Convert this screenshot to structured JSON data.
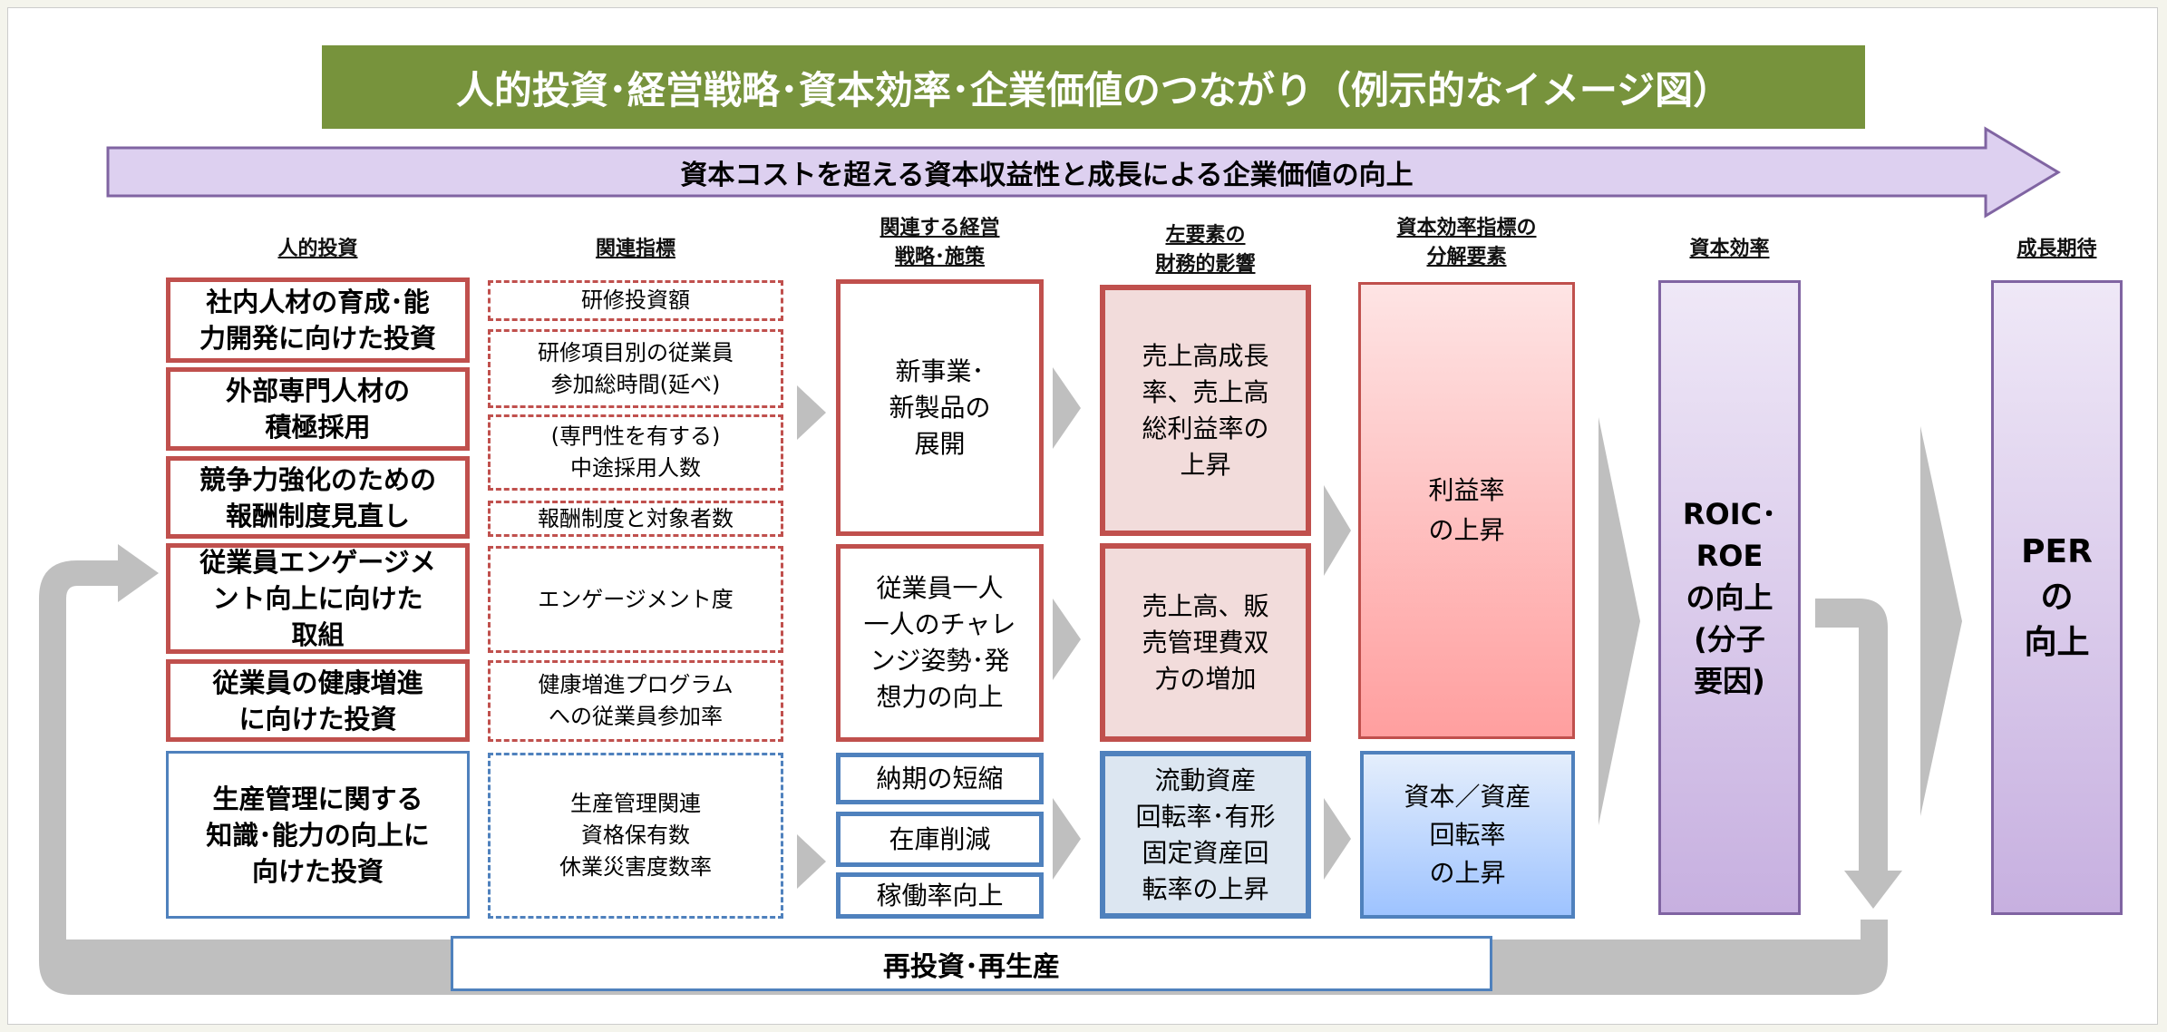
{
  "title": "人的投資･経営戦略･資本効率･企業価値のつながり（例示的なイメージ図）",
  "banner": "資本コストを超える資本収益性と成長による企業価値の向上",
  "headers": [
    "人的投資",
    "関連指標",
    "関連する経営\n戦略･施策",
    "左要素の\n財務的影響",
    "資本効率指標の\n分解要素",
    "資本効率",
    "成長期待"
  ],
  "investments": [
    "社内人材の育成･能\n力開発に向けた投資",
    "外部専門人材の\n積極採用",
    "競争力強化のための\n報酬制度見直し",
    "従業員エンゲージメ\nント向上に向けた\n取組",
    "従業員の健康増進\nに向けた投資",
    "生産管理に関する\n知識･能力の向上に\n向けた投資"
  ],
  "indicators": [
    "研修投資額",
    "研修項目別の従業員\n参加総時間(延べ)",
    "(専門性を有する)\n中途採用人数",
    "報酬制度と対象者数",
    "エンゲージメント度",
    "健康増進プログラム\nへの従業員参加率",
    "生産管理関連\n資格保有数\n休業災害度数率"
  ],
  "strategies": [
    "新事業･\n新製品の\n展開",
    "従業員一人\n一人のチャレ\nンジ姿勢･発\n想力の向上",
    "納期の短縮",
    "在庫削減",
    "稼働率向上"
  ],
  "financial": [
    "売上高成長\n率、売上高\n総利益率の\n上昇",
    "売上高、販\n売管理費双\n方の増加",
    "流動資産\n回転率･有形\n固定資産回\n転率の上昇"
  ],
  "decomposition": [
    "利益率\nの上昇",
    "資本／資産\n回転率\nの上昇"
  ],
  "capital_efficiency": "ROIC･\nROE\nの向上\n(分子\n要因)",
  "growth": "PER\nの\n向上",
  "loop": "再投資･再生産",
  "colors": {
    "title": "#77933c",
    "red": "#c0504d",
    "blue": "#4f81bd",
    "purple": "#8064a2",
    "arrow": "#bfbfbf"
  }
}
